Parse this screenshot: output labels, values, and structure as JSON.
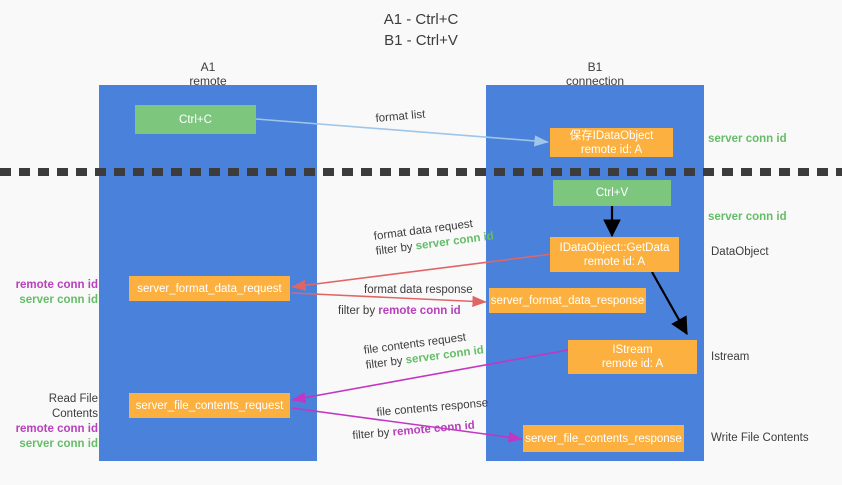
{
  "title": {
    "line1": "A1 - Ctrl+C",
    "line2": "B1 - Ctrl+V"
  },
  "columns": {
    "left": {
      "name": "A1",
      "role": "remote"
    },
    "right": {
      "name": "B1",
      "role": "connection"
    }
  },
  "colors": {
    "panel_blue": "#4A81DB",
    "node_green": "#7DC67E",
    "node_orange": "#FBB040",
    "background": "#f9f9f9",
    "server_conn_id": "#65bd68",
    "remote_conn_id": "#b740bd",
    "arrow_blue": "#9fc5e8",
    "arrow_red": "#e06666",
    "arrow_magenta": "#c236c2",
    "arrow_black": "#000000",
    "divider": "#3c3c3c"
  },
  "nodes": {
    "ctrl_c": {
      "line1": "Ctrl+C",
      "line2": ""
    },
    "save_idataobject": {
      "line1": "保存IDataObject",
      "line2": "remote id: A"
    },
    "ctrl_v": {
      "line1": "Ctrl+V",
      "line2": ""
    },
    "idataobject_getdata": {
      "line1": "IDataObject::GetData",
      "line2": "remote id: A"
    },
    "server_format_data_request": {
      "line1": "server_format_data_request",
      "line2": ""
    },
    "server_format_data_response": {
      "line1": "server_format_data_response",
      "line2": ""
    },
    "istream": {
      "line1": "IStream",
      "line2": "remote id: A"
    },
    "server_file_contents_request": {
      "line1": "server_file_contents_request",
      "line2": ""
    },
    "server_file_contents_response": {
      "line1": "server_file_contents_response",
      "line2": ""
    }
  },
  "edges": {
    "format_list": {
      "label": "format list"
    },
    "format_data_request": {
      "label": "format data request",
      "filter_prefix": "filter by ",
      "filter_key": "server conn id"
    },
    "format_data_response": {
      "label": "format data response",
      "filter_prefix": "filter by ",
      "filter_key": "remote conn id"
    },
    "file_contents_request": {
      "label": "file contents request",
      "filter_prefix": "filter by ",
      "filter_key": "server conn id"
    },
    "file_contents_response": {
      "label": "file contents response",
      "filter_prefix": "filter by ",
      "filter_key": "remote conn id"
    }
  },
  "annotations": {
    "left": {
      "format_block": {
        "remote": "remote conn id",
        "server": "server conn id"
      },
      "file_block": {
        "heading": "Read File Contents",
        "remote": "remote conn id",
        "server": "server conn id"
      }
    },
    "right": {
      "server_conn_id_top": "server conn id",
      "server_conn_id_second": "server conn id",
      "dataobject": "DataObject",
      "istream": "Istream",
      "write_file_contents": "Write File Contents"
    }
  }
}
